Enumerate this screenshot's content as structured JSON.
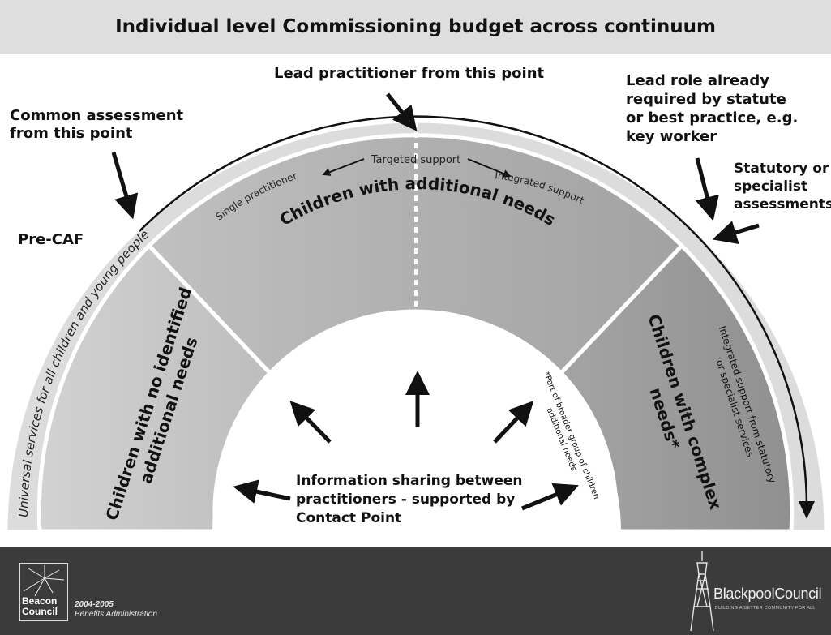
{
  "title": "Individual level Commissioning budget across continuum",
  "labels": {
    "lead_practitioner": "Lead practitioner from this point",
    "common_assessment_1": "Common assessment",
    "common_assessment_2": "from this point",
    "pre_caf": "Pre-CAF",
    "lead_role_1": "Lead role already",
    "lead_role_2": "required by statute",
    "lead_role_3": "or best practice, e.g.",
    "lead_role_4": "key worker",
    "statutory_1": "Statutory or",
    "statutory_2": "specialist",
    "statutory_3": "assessments"
  },
  "arc": {
    "universal": "Universal services for all children and young people"
  },
  "segments": {
    "no_needs_1": "Children with no identified",
    "no_needs_2": "additional needs",
    "additional": "Children with additional needs",
    "targeted": "Targeted support",
    "single": "Single practitioner",
    "integrated": "Integrated support",
    "complex_1": "Children with complex",
    "complex_2": "needs*",
    "specialist_1": "Integrated support from statutory",
    "specialist_2": "or specialist services",
    "footnote_1": "*Part of broader group of children",
    "footnote_2": "additional needs"
  },
  "center": {
    "line1": "Information sharing between",
    "line2": "practitioners - supported by",
    "line3": "Contact Point"
  },
  "footer": {
    "beacon_1": "Beacon",
    "beacon_2": "Council",
    "year": "2004-2005",
    "program": "Benefits Administration",
    "council": "BlackpoolCouncil",
    "tagline": "BUILDING A BETTER COMMUNITY FOR ALL"
  },
  "colors": {
    "outer_arc": "#dcdcdc",
    "seg_left": "#c8c8c8",
    "seg_mid": "#adadad",
    "seg_right": "#999999",
    "footer": "#3b3b3b"
  }
}
